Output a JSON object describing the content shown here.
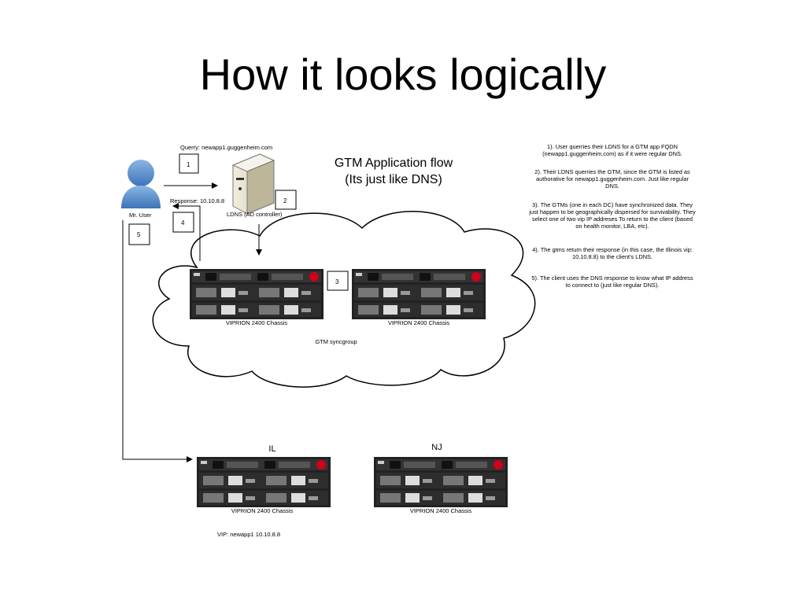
{
  "title": "How it looks logically",
  "flow_title": {
    "line1": "GTM Application flow",
    "line2": "(Its just like DNS)"
  },
  "user": {
    "label": "Mr. User"
  },
  "ldns": {
    "label": "LDNS (AD controller)"
  },
  "query_label": "Querry: newapp1.guggenheim.com",
  "response_label": "Response: 10.10.8.8",
  "step_boxes": [
    "1",
    "2",
    "3",
    "4",
    "5"
  ],
  "chassis_label": "VIPRION 2400 Chassis",
  "syncgroup_label": "GTM syncgroup",
  "dc_il": "IL",
  "dc_nj": "NJ",
  "vip_label": "VIP: newapp1 10.10.8.8",
  "steps": [
    "1). User querries their LDNS for a GTM app FQDN (newapp1.guggenheim.com) as if it were regular DNS.",
    "2). Their LDNS querries the GTM, since the GTM is listed as authorative for newapp1.guggenheim.com.  Just like regular DNS.",
    "3). The GTMs (one in each DC) have synchronized data. They just happen to be geographically dispersed for survivability.  They select one of two vip IP addreses To return to the client (based on health monitor, LBA, etc).",
    "4). The gtms return their response (in this case, the Illinois vip: 10.10.8.8) to the client's LDNS.",
    "5). The client uses the DNS response to know what IP address to connect to (just like regular DNS)."
  ]
}
